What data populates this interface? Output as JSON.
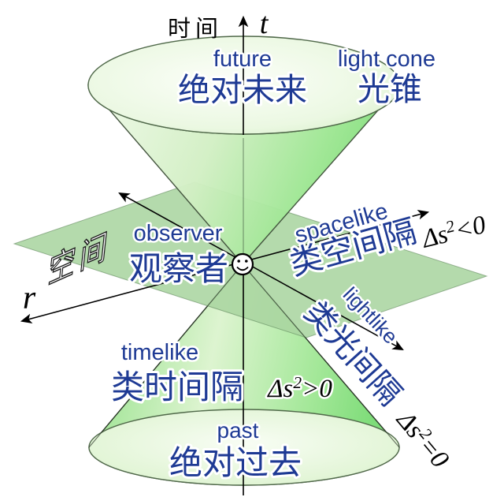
{
  "axes": {
    "time": {
      "cn": "时间",
      "symbol": "t"
    },
    "space": {
      "cn": "空间",
      "symbol": "r"
    }
  },
  "labels": {
    "future": {
      "en": "future",
      "cn": "绝对未来"
    },
    "light_cone": {
      "en": "light cone",
      "cn": "光锥"
    },
    "observer": {
      "en": "observer",
      "cn": "观察者"
    },
    "spacelike": {
      "en": "spacelike",
      "cn": "类空间隔",
      "interval": {
        "base": "Δs",
        "sup": "2",
        "relation": "<0"
      }
    },
    "timelike": {
      "en": "timelike",
      "cn": "类时间隔",
      "interval": {
        "base": "Δs",
        "sup": "2",
        "relation": ">0"
      }
    },
    "lightlike": {
      "en": "lightlike",
      "cn": "类光间隔",
      "interval": {
        "base": "Δs",
        "sup": "2",
        "relation": "=0"
      }
    },
    "past": {
      "en": "past",
      "cn": "绝对过去"
    }
  },
  "icons": {
    "smiley_face": "☺"
  },
  "colors": {
    "label_blue": "#1e3a94",
    "cone_green_deep": "#7edc79",
    "cone_green_light": "#eef8e6",
    "plane_green": "#a9d5a0",
    "cone_outline": "#50694a",
    "axis_black": "#000000",
    "background": "#ffffff"
  }
}
